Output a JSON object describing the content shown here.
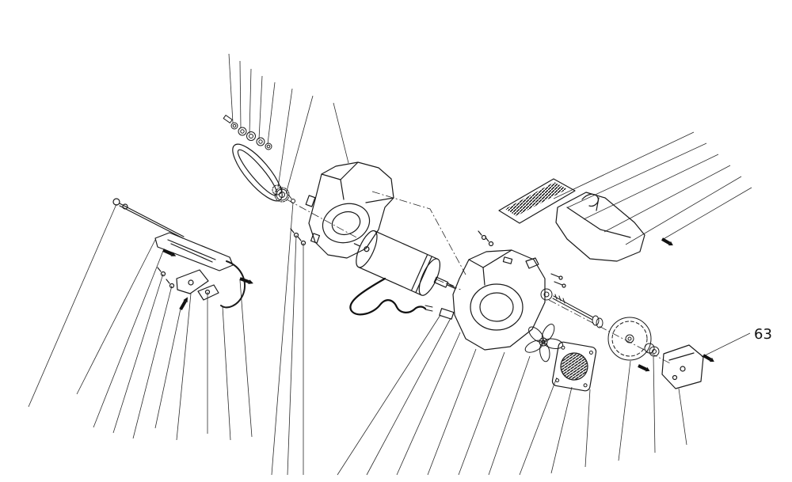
{
  "diagram": {
    "type": "exploded-parts-diagram",
    "background_color": "#ffffff",
    "line_color": "#1a1a1a",
    "callouts": [
      {
        "id": "63"
      }
    ],
    "parts": [
      "belt-tension-hardware",
      "drive-belt",
      "motor-pulley-gear",
      "blower-housing-front",
      "motor",
      "power-cord",
      "blower-housing-rear",
      "fan-washer",
      "fan-shaft",
      "fan-impeller",
      "fan-guard",
      "pulley-disc",
      "bearing-hub",
      "mounting-bracket",
      "belt-guard-assembly",
      "idler-bracket-assembly",
      "tension-rod"
    ]
  }
}
